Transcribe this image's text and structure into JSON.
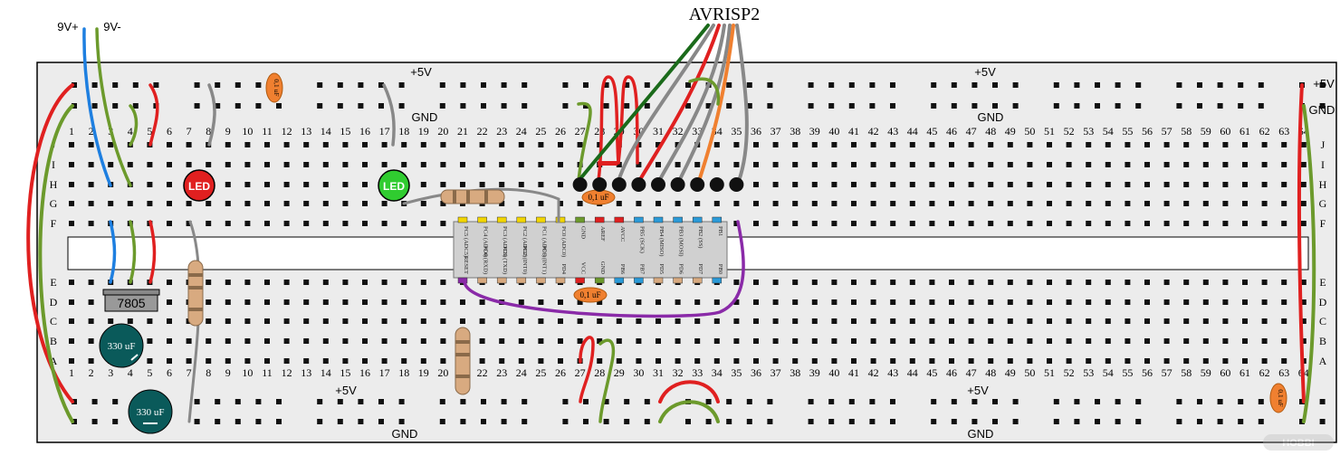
{
  "title": "AVRISP2",
  "power_labels": {
    "vplus": "9V+",
    "vminus": "9V-"
  },
  "rail_labels": {
    "plus5v": "+5V",
    "gnd": "GND"
  },
  "row_letters_top": [
    "J",
    "I",
    "H",
    "G",
    "F"
  ],
  "row_letters_bottom": [
    "E",
    "D",
    "C",
    "B",
    "A"
  ],
  "column_count": 64,
  "components": {
    "regulator": "7805",
    "cap_330_a": "330 uF",
    "cap_330_b": "330 uF",
    "led_red": "LED",
    "led_green": "LED",
    "cap_01_top_left": "0,1 uF",
    "cap_01_isp": "0,1 uF",
    "cap_01_chip": "0,1 uF",
    "cap_01_right": "0,1 uF"
  },
  "chip_top_pins": [
    "PC5 (ADC5)",
    "PC4 (ADC4)",
    "PC3 (ADC3)",
    "PC2 (ADC2)",
    "PC1 (ADC1)",
    "PC0 (ADC0)",
    "GND",
    "AREF",
    "AVCC",
    "PB5 (SCK)",
    "PB4 (MISO)",
    "PB3 (MOSI)",
    "PB2 (SS)",
    "PB1"
  ],
  "chip_bottom_pins": [
    "RESET",
    "PD0 (RXD)",
    "PD1 (TXD)",
    "PD2 (INT0)",
    "PD3 (INT1)",
    "PD4",
    "VCC",
    "GND",
    "PB6",
    "PB7",
    "PD5",
    "PD6",
    "PD7",
    "PB0"
  ],
  "watermark": "HOBBI"
}
